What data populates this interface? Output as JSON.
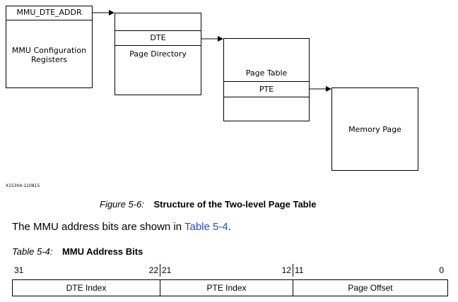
{
  "diagram": {
    "mmu_dte_addr": "MMU_DTE_ADDR",
    "mmu_config_line1": "MMU Configuration",
    "mmu_config_line2": "Registers",
    "dte": "DTE",
    "page_directory": "Page Directory",
    "page_table": "Page Table",
    "pte": "PTE",
    "memory_page": "Memory Page",
    "code": "X15304-110815"
  },
  "figure": {
    "number": "Figure 5-6:",
    "title": "Structure of the Two-level Page Table"
  },
  "body_text": {
    "prefix": "The MMU address bits are shown in ",
    "link": "Table 5-4",
    "suffix": "."
  },
  "table": {
    "number": "Table 5-4:",
    "title": "MMU Address Bits",
    "bit_labels": [
      "31",
      "22",
      "21",
      "12",
      "11",
      "0"
    ],
    "fields": [
      "DTE Index",
      "PTE Index",
      "Page Offset"
    ]
  }
}
